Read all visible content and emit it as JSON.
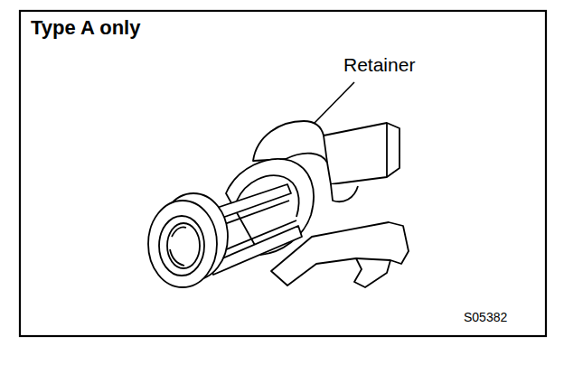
{
  "diagram": {
    "title": "Type A only",
    "labels": [
      "Retainer",
      "S05382"
    ]
  }
}
